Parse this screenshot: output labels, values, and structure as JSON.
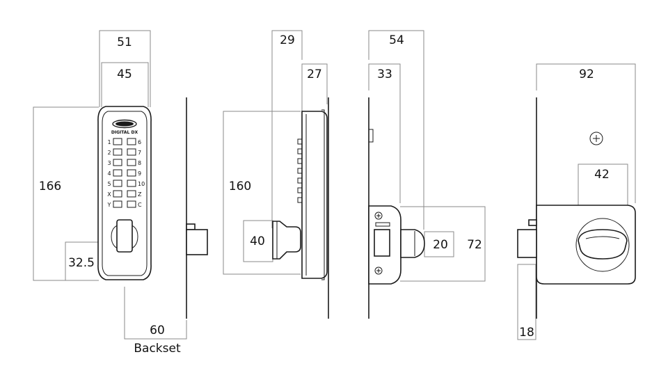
{
  "front_view": {
    "width_outer": "51",
    "width_inner": "45",
    "height": "166",
    "handle_offset": "32.5",
    "backset": "60",
    "backset_caption": "Backset",
    "model": "DIGITAL DX",
    "keypad_left": [
      "1",
      "2",
      "3",
      "4",
      "5",
      "X",
      "Y"
    ],
    "keypad_right": [
      "6",
      "7",
      "8",
      "9",
      "10",
      "Z",
      "C"
    ]
  },
  "side_view": {
    "depth_outer": "29",
    "depth_inner": "27",
    "height": "160",
    "handle_height": "40"
  },
  "latch_view": {
    "depth_outer": "54",
    "depth_inner": "33",
    "knob_width": "20",
    "case_height": "72"
  },
  "rear_view": {
    "width": "92",
    "turn_width": "42",
    "bolt_width": "18"
  }
}
